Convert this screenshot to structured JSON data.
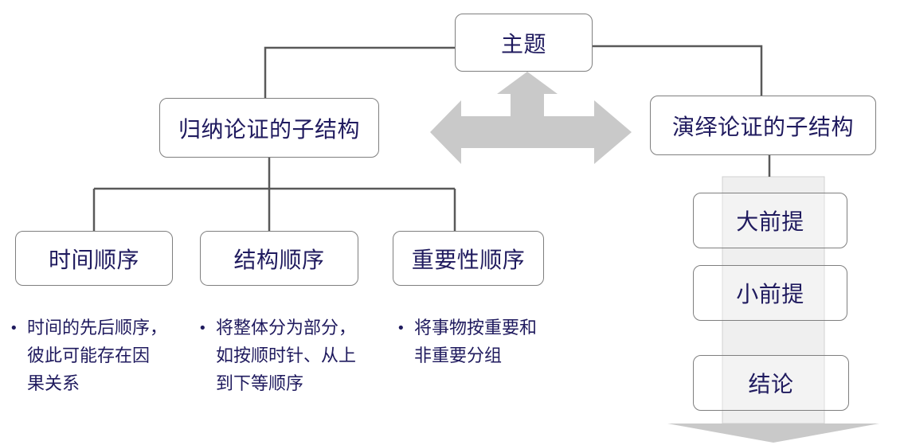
{
  "colors": {
    "text": "#1f1a5e",
    "connector": "#595959",
    "box_border": "#7f7f7f",
    "arrow_fill": "#c9c9c9",
    "flow_band": "#efefef"
  },
  "nodes": {
    "root": "主题",
    "inductive": "归纳论证的子结构",
    "deductive": "演绎论证的子结构",
    "time_order": "时间顺序",
    "structure_order": "结构顺序",
    "importance_order": "重要性顺序",
    "major_premise": "大前提",
    "minor_premise": "小前提",
    "conclusion": "结论"
  },
  "notes": {
    "time_order": [
      "时间的先后顺序，",
      "彼此可能存在因",
      "果关系"
    ],
    "structure_order": [
      "将整体分为部分，",
      "如按顺时针、从上",
      "到下等顺序"
    ],
    "importance_order": [
      "将事物按重要和",
      "非重要分组"
    ]
  },
  "icons": {
    "center_arrow": "three-way-arrow-icon",
    "flow_arrow": "down-arrow-icon"
  }
}
